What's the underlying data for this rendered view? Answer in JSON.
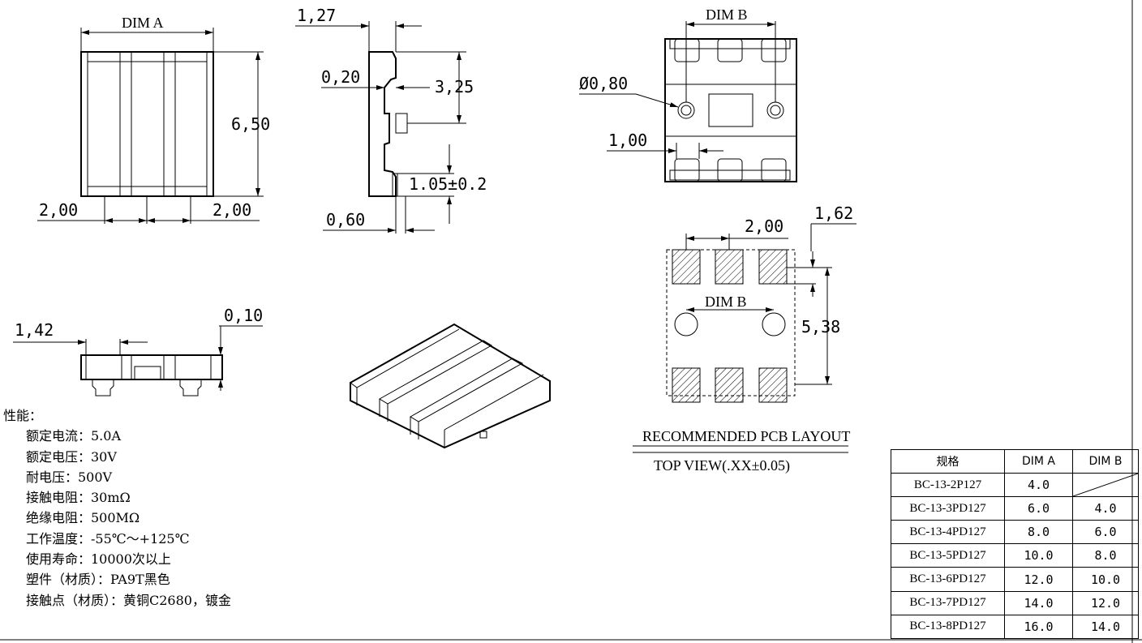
{
  "dims": {
    "dim_a": "DIM A",
    "d_650": "6,50",
    "d_200_left": "2,00",
    "d_200_right": "2,00",
    "d_127": "1,27",
    "d_020": "0,20",
    "d_325": "3,25",
    "d_105": "1.05±0.2",
    "d_060": "0,60",
    "dim_b_top": "DIM B",
    "d_phi080": "Ø0,80",
    "d_100": "1,00",
    "d_142": "1,42",
    "d_010": "0,10",
    "d_200_pcb": "2,00",
    "d_162": "1,62",
    "dim_b_pcb": "DIM B",
    "d_538": "5,38"
  },
  "pcb": {
    "title": "RECOMMENDED PCB LAYOUT",
    "subtitle": "TOP VIEW(.XX±0.05)"
  },
  "specs": {
    "heading": "性能：",
    "items": [
      "额定电流：5.0A",
      "额定电压：30V",
      "耐电压：500V",
      "接触电阻：30mΩ",
      "绝缘电阻：500MΩ",
      "工作温度：-55℃～+125℃",
      "使用寿命：10000次以上",
      "塑件（材质）：PA9T黑色",
      "接触点（材质）：黄铜C2680，镀金"
    ]
  },
  "table": {
    "headers": [
      "规格",
      "DIM A",
      "DIM B"
    ],
    "rows": [
      [
        "BC-13-2P127",
        "4.0",
        ""
      ],
      [
        "BC-13-3PD127",
        "6.0",
        "4.0"
      ],
      [
        "BC-13-4PD127",
        "8.0",
        "6.0"
      ],
      [
        "BC-13-5PD127",
        "10.0",
        "8.0"
      ],
      [
        "BC-13-6PD127",
        "12.0",
        "10.0"
      ],
      [
        "BC-13-7PD127",
        "14.0",
        "12.0"
      ],
      [
        "BC-13-8PD127",
        "16.0",
        "14.0"
      ]
    ]
  }
}
